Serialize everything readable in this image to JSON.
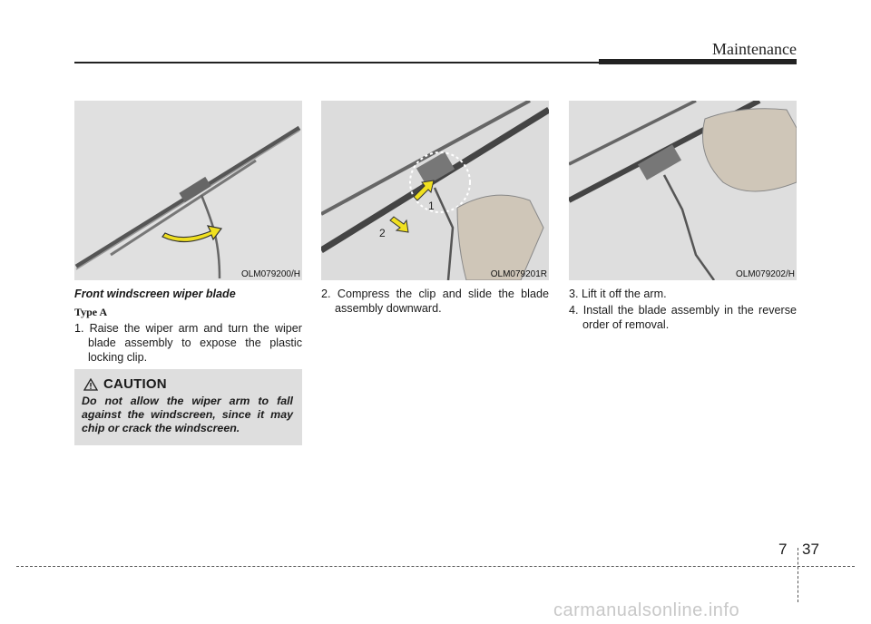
{
  "header": {
    "title": "Maintenance"
  },
  "figures": [
    {
      "caption": "OLM079200/H"
    },
    {
      "caption": "OLM079201R",
      "label_1": "1",
      "label_2": "2"
    },
    {
      "caption": "OLM079202/H"
    }
  ],
  "section": {
    "title": "Front windscreen wiper blade",
    "type": "Type A",
    "steps": [
      "1. Raise the wiper arm and turn the wiper blade assembly to expose the plastic locking clip.",
      "2. Compress the clip and slide the blade assembly downward.",
      "3. Lift it off the arm.",
      "4. Install the blade assembly in the reverse order of removal."
    ]
  },
  "caution": {
    "title": "CAUTION",
    "text": "Do not allow the wiper arm to fall against the windscreen, since it may chip or crack the windscreen."
  },
  "footer": {
    "chapter": "7",
    "page": "37",
    "watermark": "carmanualsonline.info"
  }
}
